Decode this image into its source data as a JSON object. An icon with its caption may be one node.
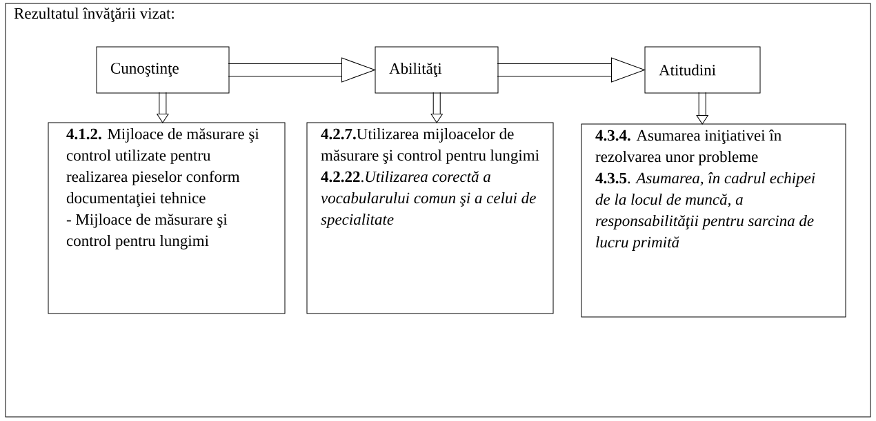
{
  "diagram": {
    "nodes": [
      {
        "text": [
          "Rezultatul învăţării vizat:"
        ]
      },
      {
        "text": [
          "Cunoştinţe"
        ],
        "in": 0
      },
      {
        "text": [
          "Abilităţi"
        ],
        "in": 0
      },
      {
        "text": [
          "Atitudini"
        ],
        "in": 0
      },
      {
        "text": [
          "**4.1.2.** Mijloace de măsurare  şi control utilizate pentru realizarea pieselor conform documentaţiei tehnice",
          "- Mijloace de măsurare şi control pentru lungimi"
        ],
        "in": 0
      },
      {
        "text": [
          "**4.2.7.**Utilizarea mijloacelor de măsurare şi control pentru  lungimi",
          "**4.2.22**.*Utilizarea corectă a vocabularului comun şi a celui de specialitate*"
        ],
        "in": 0
      },
      {
        "text": [
          "**4.3.4.** Asumarea iniţiativei în rezolvarea unor probleme",
          "**4.3.5**. *Asumarea, în cadrul echipei de la locul de muncă, a responsabilităţii pentru sarcina de lucru primită*"
        ],
        "in": 0
      }
    ],
    "edges": [
      {
        "from": 1,
        "to": 2,
        "arrow": "to"
      },
      {
        "from": 2,
        "to": 3,
        "arrow": "to"
      },
      {
        "from": 1,
        "to": 4,
        "arrow": "to"
      },
      {
        "from": 2,
        "to": 5,
        "arrow": "to"
      },
      {
        "from": 3,
        "to": 6,
        "arrow": "to"
      }
    ]
  }
}
